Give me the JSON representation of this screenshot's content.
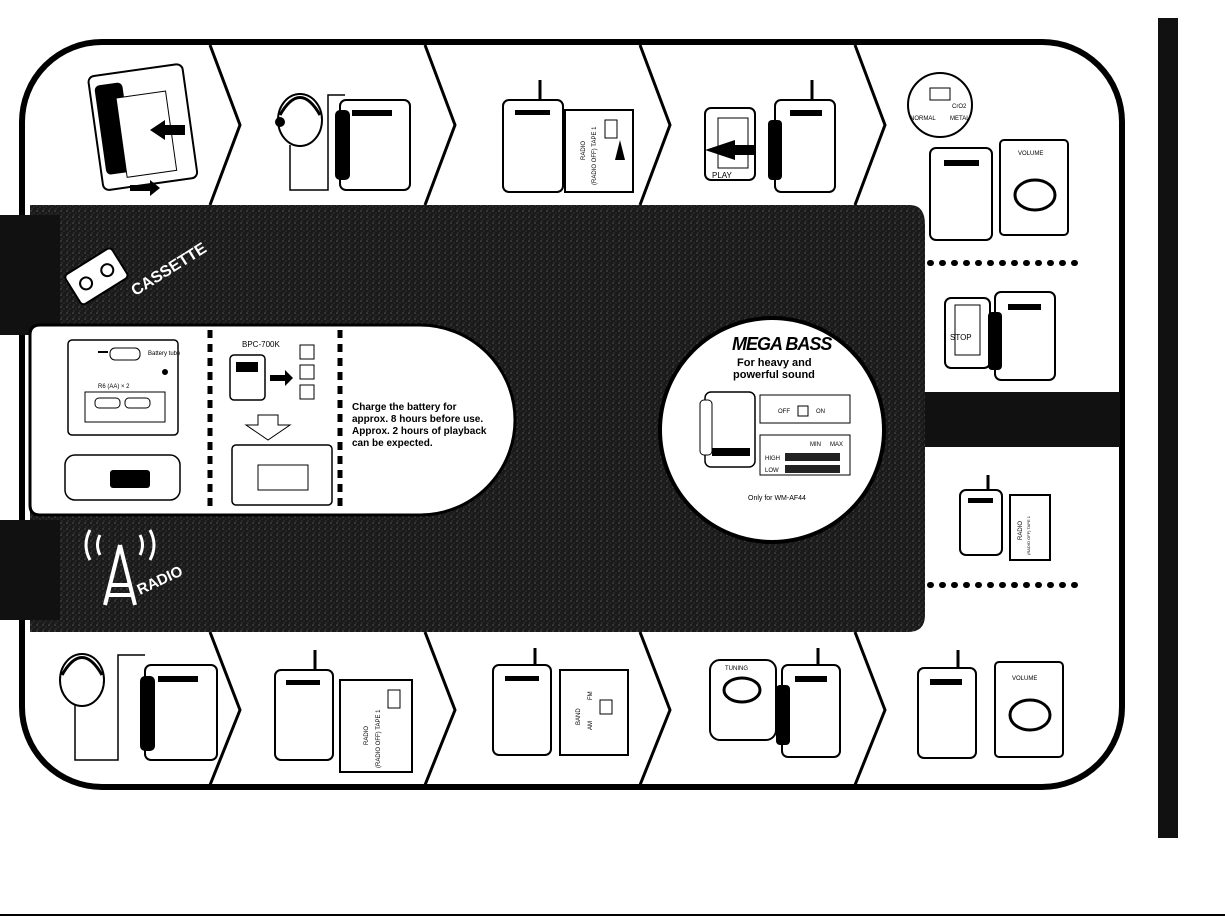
{
  "modes": {
    "cassette": "CASSETTE",
    "radio": "RADIO"
  },
  "cassette_steps": [
    {
      "id": "insert-cassette"
    },
    {
      "id": "connect-headphones"
    },
    {
      "id": "set-radio-tape-switch",
      "switch_label": "RADIO",
      "switch_sub": "(RADIO OFF) TAPE 1"
    },
    {
      "id": "press-play",
      "button_label": "PLAY"
    },
    {
      "id": "select-tape-type",
      "tape_types": [
        "NORMAL",
        "CrO2",
        "METAL"
      ],
      "control_label": "VOLUME"
    },
    {
      "id": "stop",
      "button_label": "STOP"
    },
    {
      "id": "radio-off",
      "switch_label": "RADIO",
      "switch_sub": "(RADIO OFF) TAPE 1"
    }
  ],
  "radio_steps": [
    {
      "id": "connect-headphones"
    },
    {
      "id": "set-radio-switch",
      "switch_label": "RADIO",
      "switch_sub": "(RADIO OFF) TAPE 1"
    },
    {
      "id": "select-band",
      "switch_label": "BAND",
      "options": [
        "AM",
        "FM"
      ]
    },
    {
      "id": "tune",
      "control_label": "TUNING"
    },
    {
      "id": "adjust-volume",
      "control_label": "VOLUME"
    }
  ],
  "battery": {
    "tube_label": "Battery tube",
    "battery_count": "R6 (AA) × 2",
    "charger_model": "BPC-700K",
    "note_lines": [
      "Charge the battery for",
      "approx. 8 hours before use.",
      "Approx. 2 hours of playback",
      "can be expected."
    ]
  },
  "mega_bass": {
    "title": "MEGA BASS",
    "subtitle_lines": [
      "For heavy and",
      "powerful sound"
    ],
    "switch_labels": [
      "OFF",
      "ON"
    ],
    "level_labels": [
      "MIN",
      "MAX"
    ],
    "range_labels": [
      "HIGH",
      "LOW"
    ],
    "footnote": "Only for WM-AF44"
  }
}
